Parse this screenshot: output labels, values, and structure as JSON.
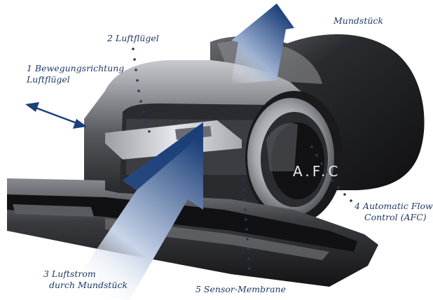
{
  "labels": {
    "mouthpiece": "Mundstück",
    "air_vane": "2  Luftflügel",
    "movement_line1": "1  Bewegungsrichtung",
    "movement_line2": "Luftflügel",
    "afc_line1": "4  Automatic Flow",
    "afc_line2": "Control (AFC)",
    "airflow_line1": "3  Luftstrom",
    "airflow_line2": "durch Mundstück",
    "sensor": "5  Sensor-Membrane"
  },
  "device_text": "A.F.C",
  "colors": {
    "label": "#1e3a67",
    "arrow_dark": "#1b3f78",
    "arrow_light": "#e9eef7",
    "body_dark": "#1c1c1e",
    "body_mid": "#4a4b50",
    "metal_light": "#d9dadd"
  }
}
